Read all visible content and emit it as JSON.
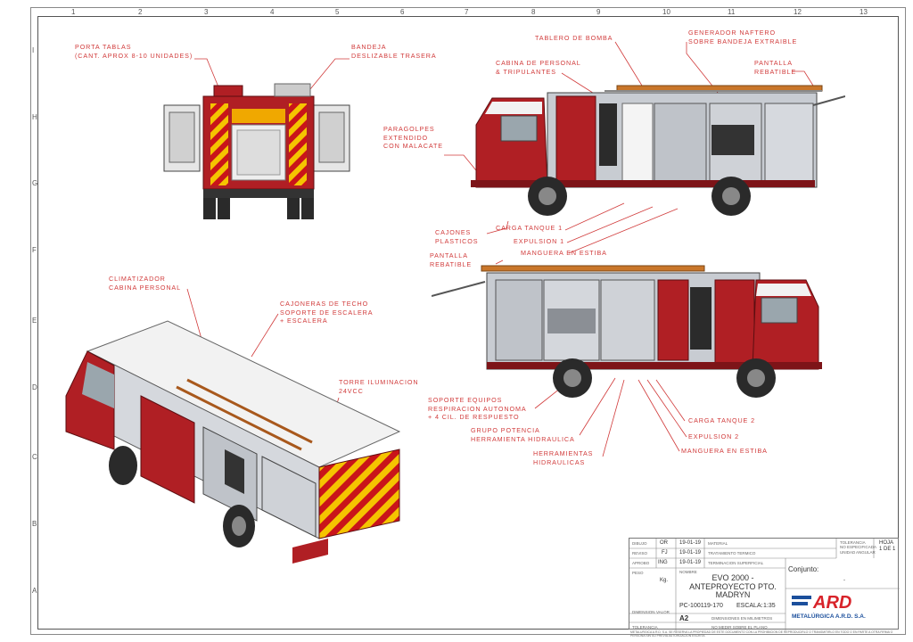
{
  "grid": {
    "columns": [
      "1",
      "2",
      "3",
      "4",
      "5",
      "6",
      "7",
      "8",
      "9",
      "10",
      "11",
      "12",
      "13"
    ],
    "rows": [
      "I",
      "H",
      "G",
      "F",
      "E",
      "D",
      "C",
      "B",
      "A"
    ]
  },
  "callouts": {
    "porta_tablas": "PORTA TABLAS\n(CANT. APROX 8-10 UNIDADES)",
    "bandeja": "BANDEJA\nDESLIZABLE TRASERA",
    "tablero_bomba": "TABLERO DE BOMBA",
    "generador": "GENERADOR NAFTERO\nSOBRE BANDEJA EXTRAIBLE",
    "cabina_personal": "CABINA DE PERSONAL\n& TRIPULANTES",
    "pantalla_1": "PANTALLA\nREBATIBLE",
    "paragolpes": "PARAGOLPES\nEXTENDIDO\nCON MALACATE",
    "cajones": "CAJONES\nPLASTICOS",
    "carga_tanque_1": "CARGA TANQUE 1",
    "expulsion_1": "EXPULSION 1",
    "pantalla_2": "PANTALLA\nREBATIBLE",
    "manguera_1": "MANGUERA EN ESTIBA",
    "climatizador": "CLIMATIZADOR\nCABINA PERSONAL",
    "cajoneras": "CAJONERAS DE TECHO\nSOPORTE DE ESCALERA\n+ ESCALERA",
    "torre": "TORRE ILUMINACION\n24VCC",
    "soporte_equipos": "SOPORTE EQUIPOS\nRESPIRACION AUTONOMA\n+ 4 CIL. DE RESPUESTO",
    "grupo_potencia": "GRUPO POTENCIA\nHERRAMIENTA HIDRAULICA",
    "herramientas": "HERRAMIENTAS\nHIDRAULICAS",
    "carga_tanque_2": "CARGA TANQUE 2",
    "expulsion_2": "EXPULSION 2",
    "manguera_2": "MANGUERA EN ESTIBA"
  },
  "title_block": {
    "rows": [
      {
        "label": "DIBUJO",
        "initials": "OR",
        "date": "19-01-19",
        "field": "MATERIAL"
      },
      {
        "label": "REVISO",
        "initials": "FJ",
        "date": "19-01-19",
        "field": "TRATAMIENTO TERMICO"
      },
      {
        "label": "APROBO",
        "initials": "ING",
        "date": "19-01-19",
        "field": "TERMINACION SUPERFICIAL"
      }
    ],
    "peso_label": "PESO",
    "peso_unit": "Kg.",
    "nombre_label": "NOMBRE",
    "title": "EVO 2000 -\nANTEPROYECTO PTO.\nMADRYN",
    "code": "PC-100119-170",
    "escala_label": "ESCALA:",
    "escala": "1:35",
    "dimension_label": "DIMENSION",
    "valor_label": "VALOR",
    "format": "A2",
    "tolerancia_label": "TOLERANCIA",
    "dims_note": "DIMENSIONES EN MILIMETROS",
    "no_medir": "NO MEDIR SOBRE EL PLANO",
    "conjunto_label": "Conjunto:",
    "conjunto_value": "-",
    "hoja": "HOJA\n1 DE 1",
    "unidad_label": "UNIDAD",
    "unidad_value": "ANGULAR",
    "tol_dim_label": "TOLERANCIA\nNO ESPECIFICADA",
    "company": "METALÚRGICA A.R.D. S.A.",
    "logo_text": "ARD",
    "legal": "METALURGICA A.R.D. S.A. SE RESERVA LA PROPIEDAD DE ESTE DOCUMENTO CON LA PROHIBICION DE REPRODUCIRLO O TRANSMITIRLO EN TODO O EN PARTE A OTRA FIRMA O PERSONA SIN SU PREVIA AUTORIZACION ESCRITA"
  },
  "colors": {
    "callout": "#d13b3b",
    "truck_red": "#b01f24",
    "truck_dark": "#7d1418",
    "cab_white": "#f2f2f2",
    "chevron_yellow": "#f5c400",
    "wheel": "#2a2a2a",
    "brand_red": "#d8232a",
    "brand_blue": "#1b4f9c"
  }
}
